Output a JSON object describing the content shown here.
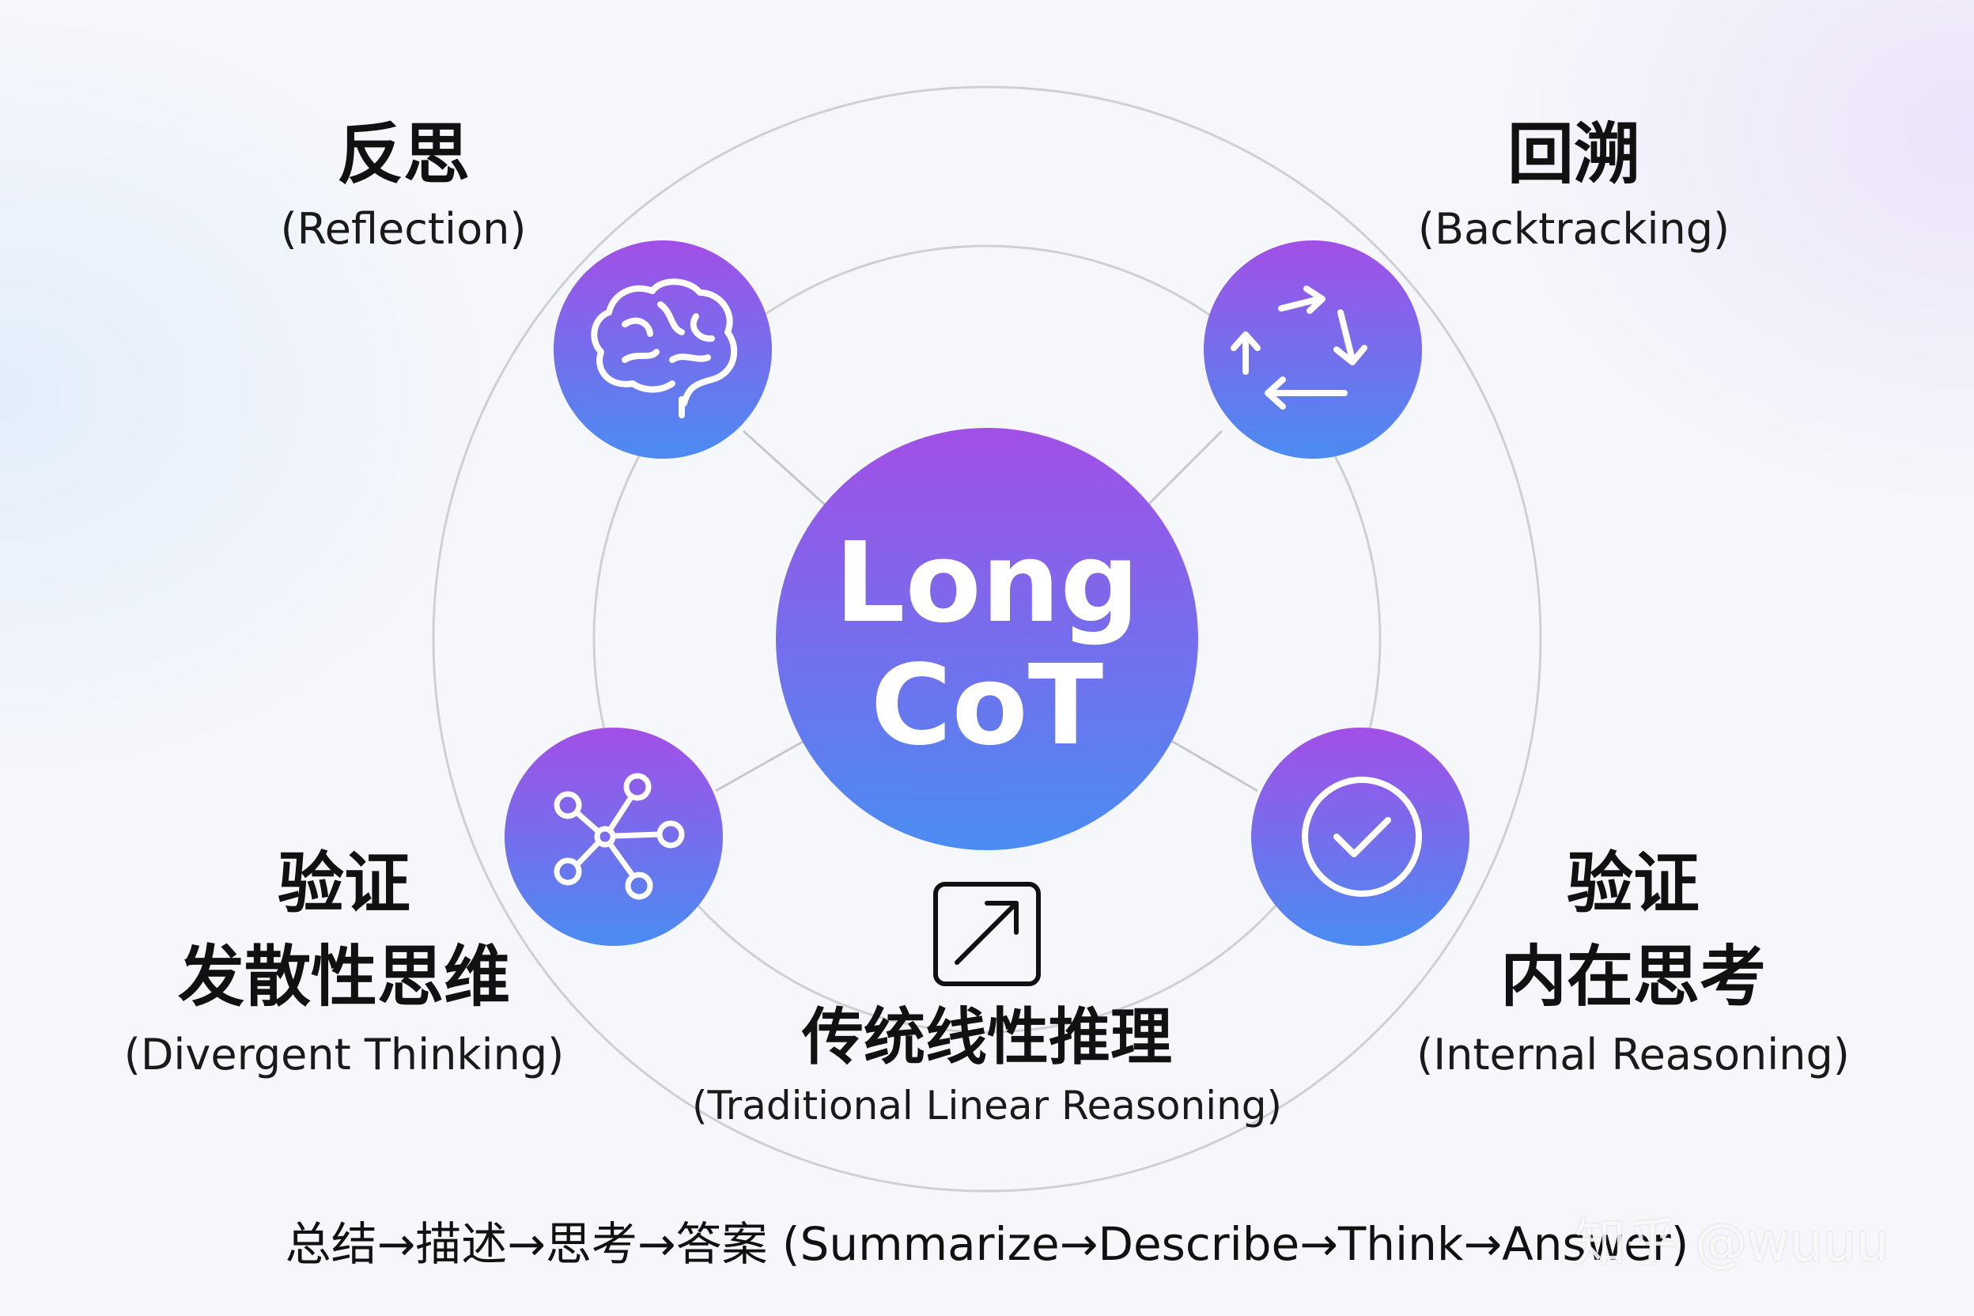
{
  "center": {
    "line1": "Long",
    "line2": "CoT"
  },
  "nodes": [
    {
      "id": "reflection",
      "zh": "反思",
      "en": "(Reflection)",
      "icon": "brain-icon"
    },
    {
      "id": "backtracking",
      "zh": "回溯",
      "en": "(Backtracking)",
      "icon": "cycle-arrows-icon"
    },
    {
      "id": "divergent",
      "zh_line1": "验证",
      "zh_line2": "发散性思维",
      "en": "(Divergent Thinking)",
      "icon": "network-icon"
    },
    {
      "id": "internal",
      "zh_line1": "验证",
      "zh_line2": "内在思考",
      "en": "(Internal Reasoning)",
      "icon": "check-circle-icon"
    },
    {
      "id": "linear",
      "zh": "传统线性推理",
      "en": "(Traditional Linear Reasoning)",
      "icon": "diagonal-arrow-icon"
    }
  ],
  "pipeline": "总结→描述→思考→答案 (Summarize→Describe→Think→Answer)",
  "watermark": "知乎 @wuuu",
  "colors": {
    "gradient_top": "#a24fe6",
    "gradient_bottom": "#4a8cf2",
    "ring": "#c8c8cc"
  }
}
